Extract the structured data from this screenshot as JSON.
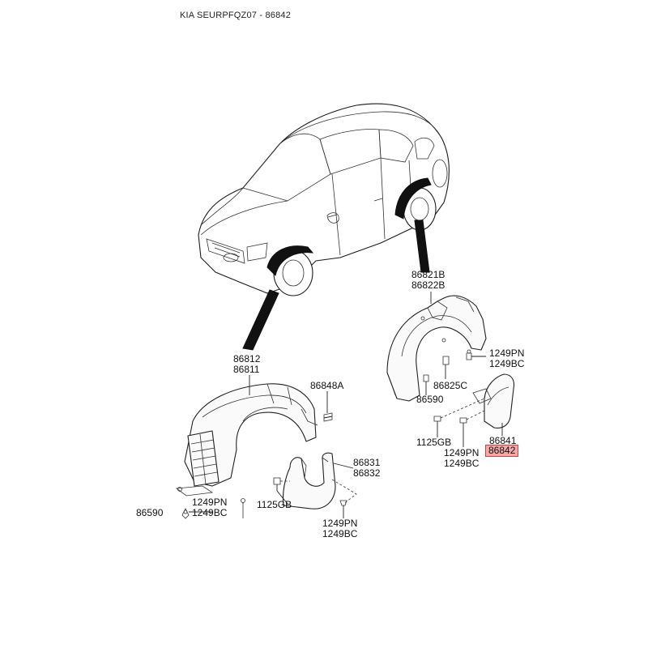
{
  "page_title": "KIA SEURPFQZ07 - 86842",
  "highlight_color": "#f4a8a8",
  "labels": {
    "front_liner_a": "86812",
    "front_liner_b": "86811",
    "clip_front": "86848A",
    "mudguard_front_a": "86831",
    "mudguard_front_b": "86832",
    "screw_front_a": "1249PN",
    "screw_front_b": "1249BC",
    "fastener_front": "86590",
    "bolt_front": "1125GB",
    "screw_mud_front_a": "1249PN",
    "screw_mud_front_b": "1249BC",
    "rear_liner_a": "86821B",
    "rear_liner_b": "86822B",
    "screw_rear_a": "1249PN",
    "screw_rear_b": "1249BC",
    "clip_rear": "86825C",
    "fastener_rear": "86590",
    "mudguard_rear_a": "86841",
    "mudguard_rear_b": "86842",
    "bolt_rear": "1125GB",
    "screw_mud_rear_a": "1249PN",
    "screw_mud_rear_b": "1249BC"
  }
}
